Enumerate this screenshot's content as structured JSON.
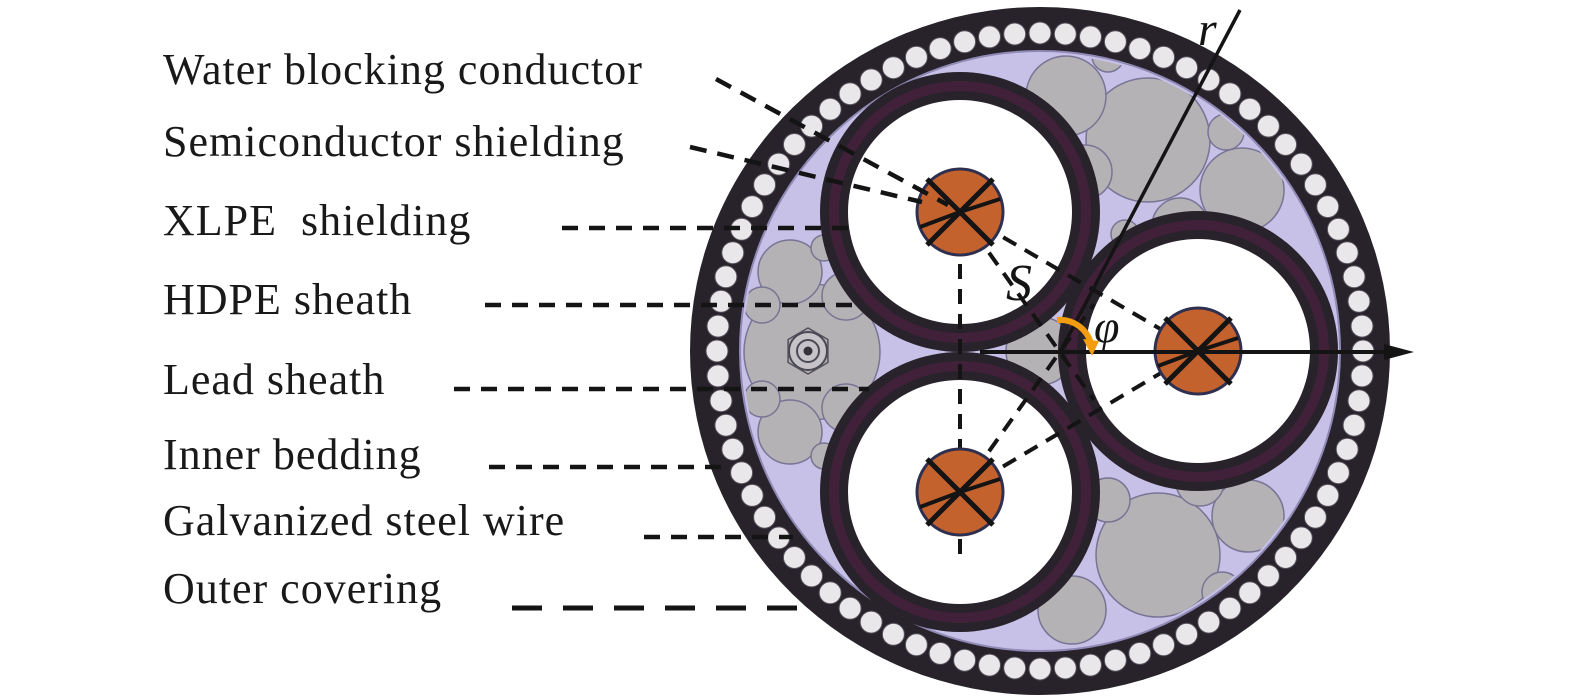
{
  "figure": {
    "type": "cable-cross-section-diagram",
    "layer_labels": [
      "Water blocking conductor",
      "Semiconductor shielding",
      "XLPE  shielding",
      "HDPE sheath",
      "Lead sheath",
      "Inner bedding",
      "Galvanized steel wire",
      "Outer covering"
    ],
    "annotations": {
      "radius_symbol": "r",
      "spacing_symbol": "S",
      "angle_symbol": "φ"
    },
    "core_count": 3,
    "steel_wire_count": 80,
    "colors": {
      "outer_dark": "#28222b",
      "sheath_maroon": "#41213a",
      "insulation_white": "#ffffff",
      "bedding_lavender": "#c7c1e8",
      "bedding_outline": "#8f8ab5",
      "filler_gray": "#b5b2b6",
      "filler_outline": "#787494",
      "steel_wire": "#e9e7e9",
      "conductor_orange": "#c4622e",
      "conductor_outline": "#2f3050",
      "angle_arrow_orange": "#f29c0f",
      "line_black": "#141414",
      "text": "#191919"
    }
  }
}
